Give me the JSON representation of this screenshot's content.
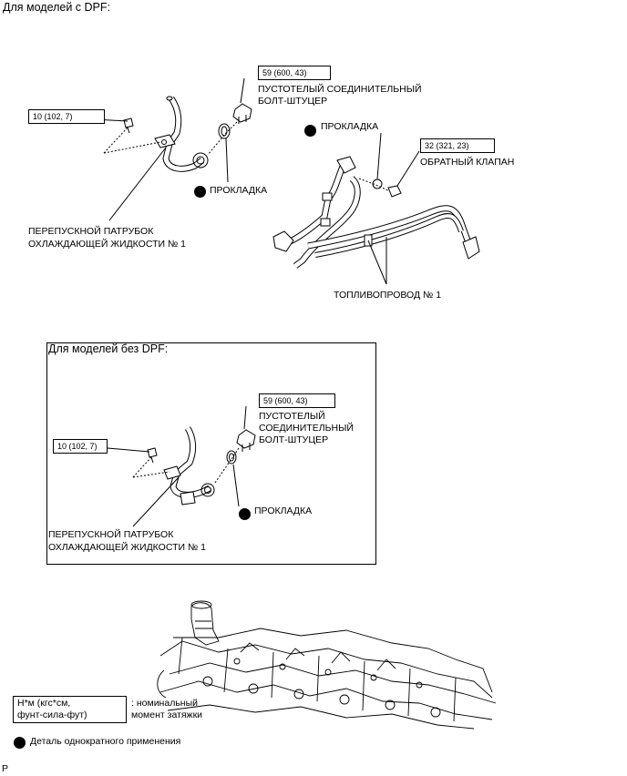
{
  "headings": {
    "dpf": "Для моделей с DPF:",
    "no_dpf": "Для моделей без DPF:"
  },
  "dpf_section": {
    "torque_bolt": "59 (600, 43)",
    "bolt_label_line1": "ПУСТОТЕЛЫЙ СОЕДИНИТЕЛЬНЫЙ",
    "bolt_label_line2": "БОЛТ-ШТУЦЕР",
    "torque_small": "10 (102, 7)",
    "gasket_left": "ПРОКЛАДКА",
    "gasket_right": "ПРОКЛАДКА",
    "torque_valve": "32 (321, 23)",
    "valve_label": "ОБРАТНЫЙ КЛАПАН",
    "bypass_line1": "ПЕРЕПУСКНОЙ ПАТРУБОК",
    "bypass_line2": "ОХЛАЖДАЮЩЕЙ ЖИДКОСТИ № 1",
    "fuel_pipe": "ТОПЛИВОПРОВОД № 1"
  },
  "no_dpf_section": {
    "torque_bolt": "59 (600, 43)",
    "bolt_label_line1": "ПУСТОТЕЛЫЙ",
    "bolt_label_line2": "СОЕДИНИТЕЛЬНЫЙ",
    "bolt_label_line3": "БОЛТ-ШТУЦЕР",
    "torque_small": "10 (102, 7)",
    "gasket": "ПРОКЛАДКА",
    "bypass_line1": "ПЕРЕПУСКНОЙ ПАТРУБОК",
    "bypass_line2": "ОХЛАЖДАЮЩЕЙ ЖИДКОСТИ № 1"
  },
  "legend": {
    "torque_box_line1": "Н*м (кгс*см,",
    "torque_box_line2": "фунт-сила-фут)",
    "torque_desc_line1": ": номинальный",
    "torque_desc_line2": "момент затяжки",
    "single_use": "Деталь однократного применения"
  },
  "footer_mark": "P"
}
